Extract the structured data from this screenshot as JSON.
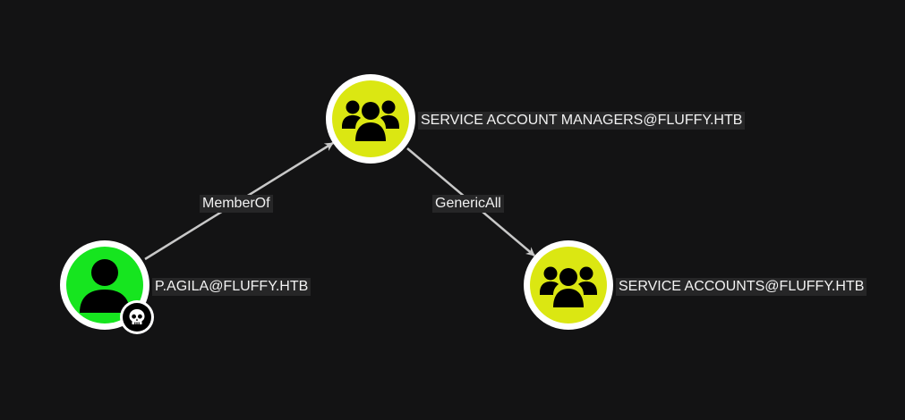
{
  "graph": {
    "nodes": [
      {
        "id": "user",
        "label": "P.AGILA@FLUFFY.HTB",
        "kind": "user",
        "icon": "user-icon",
        "fill": "#16e51f",
        "badge_icon": "skull-icon"
      },
      {
        "id": "sam",
        "label": "SERVICE ACCOUNT MANAGERS@FLUFFY.HTB",
        "kind": "group",
        "icon": "group-icon",
        "fill": "#dbe712"
      },
      {
        "id": "sa",
        "label": "SERVICE ACCOUNTS@FLUFFY.HTB",
        "kind": "group",
        "icon": "group-icon",
        "fill": "#dbe712"
      }
    ],
    "edges": [
      {
        "from": "user",
        "to": "sam",
        "label": "MemberOf"
      },
      {
        "from": "sam",
        "to": "sa",
        "label": "GenericAll"
      }
    ],
    "colors": {
      "background": "#131314",
      "edge": "#c8c8c8",
      "label_bg": "#262627",
      "label_text": "#f2f2f2"
    }
  }
}
